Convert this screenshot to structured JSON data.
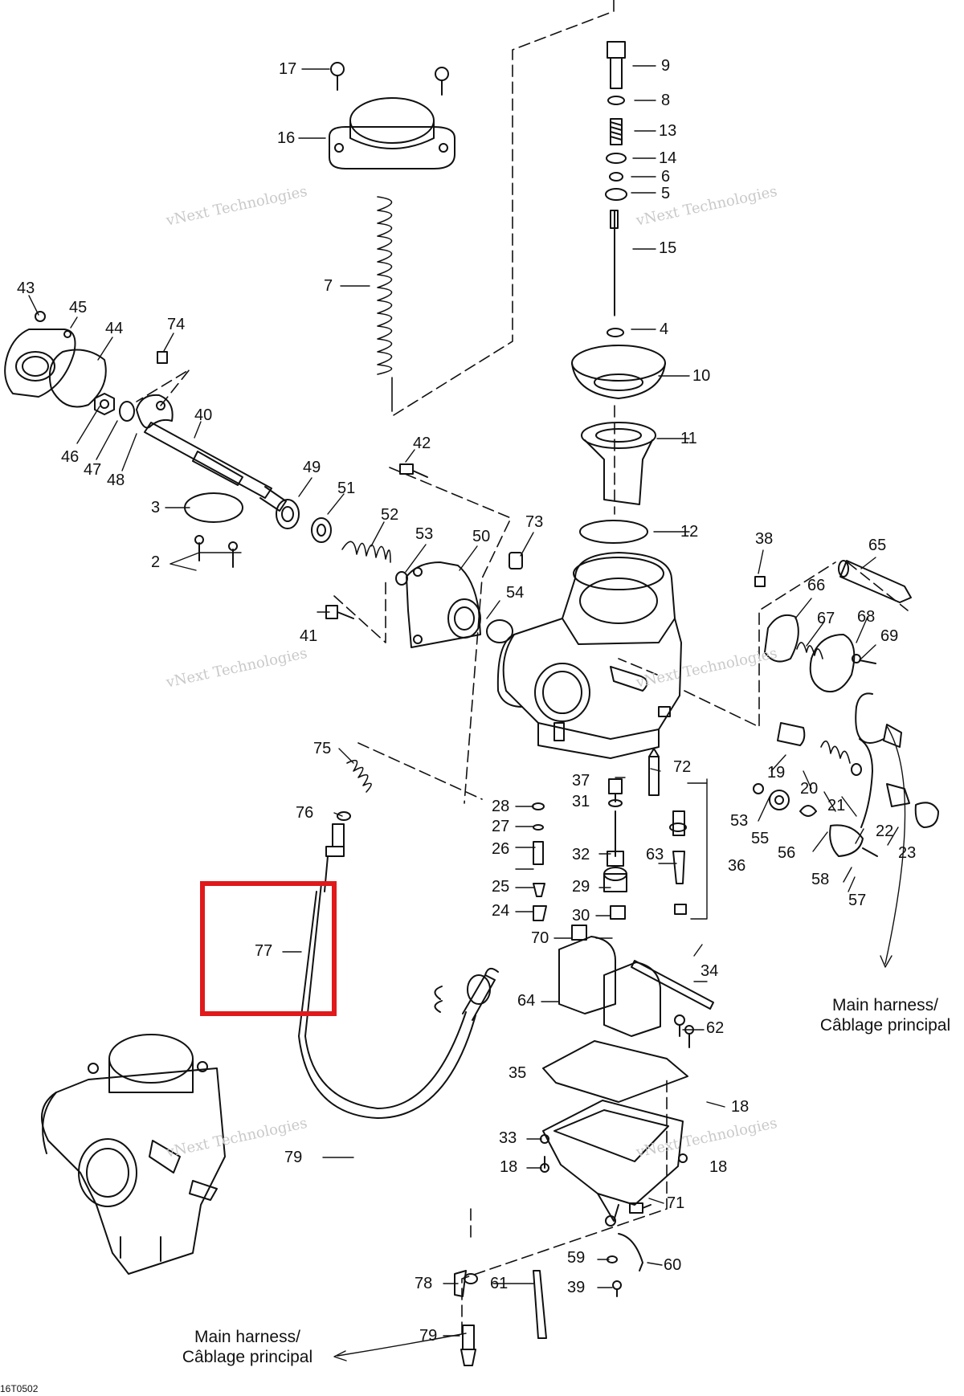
{
  "diagram": {
    "reference_code": "16T0502",
    "watermark": {
      "line1": "vNext Technologies",
      "line2": "vNext Technologies"
    },
    "notes": {
      "harness_right": [
        "Main harness/",
        "Câblage principal"
      ],
      "harness_bottom": [
        "Main harness/",
        "Câblage principal"
      ]
    },
    "highlight": {
      "part": "77",
      "color": "#e0191b"
    },
    "part_labels": {
      "p17": "17",
      "p16": "16",
      "p7": "7",
      "p43": "43",
      "p45": "45",
      "p44": "44",
      "p74": "74",
      "p40": "40",
      "p46": "46",
      "p47": "47",
      "p48": "48",
      "p49": "49",
      "p51": "51",
      "p42": "42",
      "p3": "3",
      "p2": "2",
      "p52": "52",
      "p53": "53",
      "p50": "50",
      "p73": "73",
      "p54": "54",
      "p41": "41",
      "p9": "9",
      "p8": "8",
      "p13": "13",
      "p14": "14",
      "p6": "6",
      "p5": "5",
      "p15": "15",
      "p4": "4",
      "p10": "10",
      "p11": "11",
      "p12": "12",
      "p38": "38",
      "p65": "65",
      "p66": "66",
      "p67": "67",
      "p68": "68",
      "p69": "69",
      "p75": "75",
      "p76": "76",
      "p77": "77",
      "p37": "37",
      "p72": "72",
      "p28": "28",
      "p31": "31",
      "p27": "27",
      "p26": "26",
      "p32": "32",
      "p63": "63",
      "p36": "36",
      "p25": "25",
      "p29": "29",
      "p24": "24",
      "p30": "30",
      "p70": "70",
      "p19": "19",
      "p20": "20",
      "p53b": "53",
      "p55": "55",
      "p21": "21",
      "p22": "22",
      "p23": "23",
      "p56": "56",
      "p58": "58",
      "p57": "57",
      "p34": "34",
      "p64": "64",
      "p62": "62",
      "p35": "35",
      "p18a": "18",
      "p33": "33",
      "p18b": "18",
      "p18c": "18",
      "p71": "71",
      "p59": "59",
      "p60": "60",
      "p78": "78",
      "p61": "61",
      "p39": "39",
      "p79": "79",
      "p79b": "79"
    }
  }
}
